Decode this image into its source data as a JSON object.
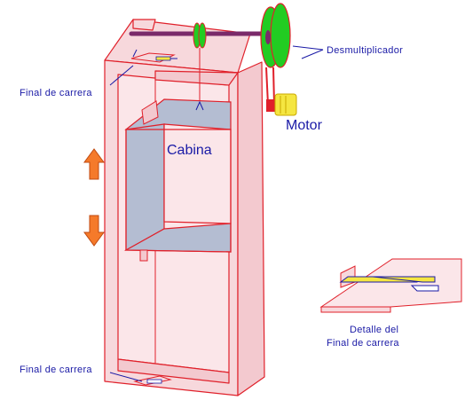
{
  "labels": {
    "demultiplicador": "Desmultiplicador",
    "motor": "Motor",
    "cabina": "Cabina",
    "final_top": "Final de carrera",
    "final_bottom": "Final de carrera",
    "detail_line1": "Detalle del",
    "detail_line2": "Final de carrera"
  },
  "colors": {
    "shaft_fill": "#f7d8dc",
    "shaft_stroke": "#e0202a",
    "cabin_gray": "#b4bdd2",
    "pulley_green": "#22cc22",
    "motor_yellow": "#f5e641",
    "arrow_orange": "#f57a2a",
    "label_blue": "#1a1aa6"
  }
}
